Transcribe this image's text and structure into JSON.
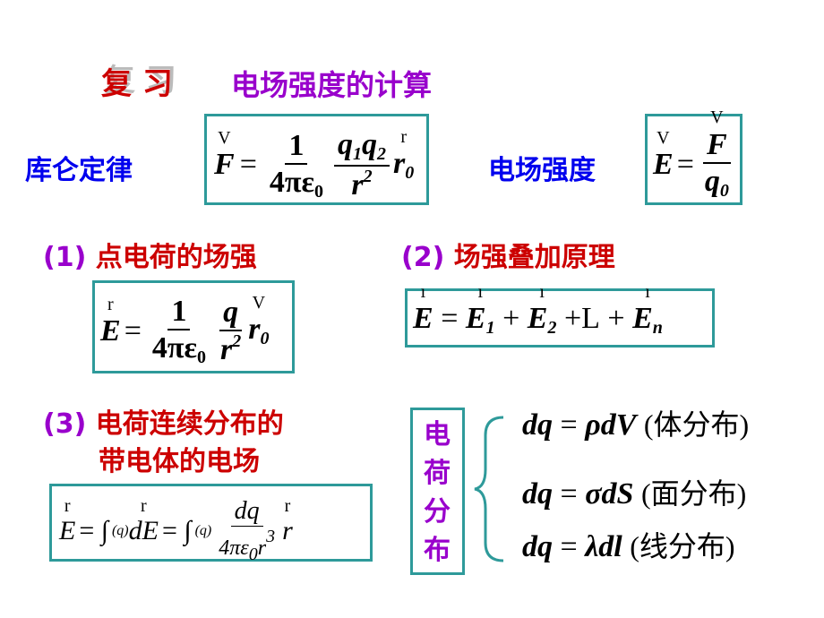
{
  "title": {
    "review": "复 习",
    "topic": "电场强度的计算"
  },
  "coulomb": {
    "label": "库仑定律",
    "F": "F",
    "eq": "=",
    "one": "1",
    "den": "4πε",
    "zero": "0",
    "q1": "q",
    "s1": "1",
    "q2": "q",
    "s2": "2",
    "r": "r",
    "two": "2",
    "r0": "r",
    "r0sub": "0"
  },
  "field": {
    "label": "电场强度",
    "E": "E",
    "eq": "=",
    "F": "F",
    "q": "q",
    "qsub": "0"
  },
  "point": {
    "num": "(1)",
    "label": "点电荷的场强",
    "E": "E",
    "eq": "=",
    "one": "1",
    "den": "4πε",
    "zero": "0",
    "q": "q",
    "r": "r",
    "two": "2",
    "r0": "r",
    "r0sub": "0"
  },
  "superpos": {
    "num": "(2)",
    "label": "场强叠加原理",
    "E": "E",
    "eq": "=",
    "E1": "E",
    "s1": "1",
    "plus": "+",
    "E2": "E",
    "s2": "2",
    "dots": "L",
    "En": "E",
    "sn": "n"
  },
  "continuous": {
    "num": "(3)",
    "line1": "电荷连续分布的",
    "line2": "带电体的电场",
    "E": "E",
    "eq": "= ∫",
    "sub": "(q)",
    "dE": "dE",
    "eq2": "= ∫",
    "dq": "dq",
    "den": "4πε",
    "zero": "0",
    "r": "r",
    "three": "3",
    "rv": "r"
  },
  "distribution": {
    "label": [
      "电",
      "荷",
      "分",
      "布"
    ],
    "rows": [
      {
        "lhs": "dq",
        "eq": "=",
        "rhs": "ρdV",
        "note": "(体分布)"
      },
      {
        "lhs": "dq",
        "eq": "=",
        "rhs": "σdS",
        "note": "(面分布)"
      },
      {
        "lhs": "dq",
        "eq": "=",
        "rhs": "λdl",
        "note": "(线分布)"
      }
    ]
  }
}
